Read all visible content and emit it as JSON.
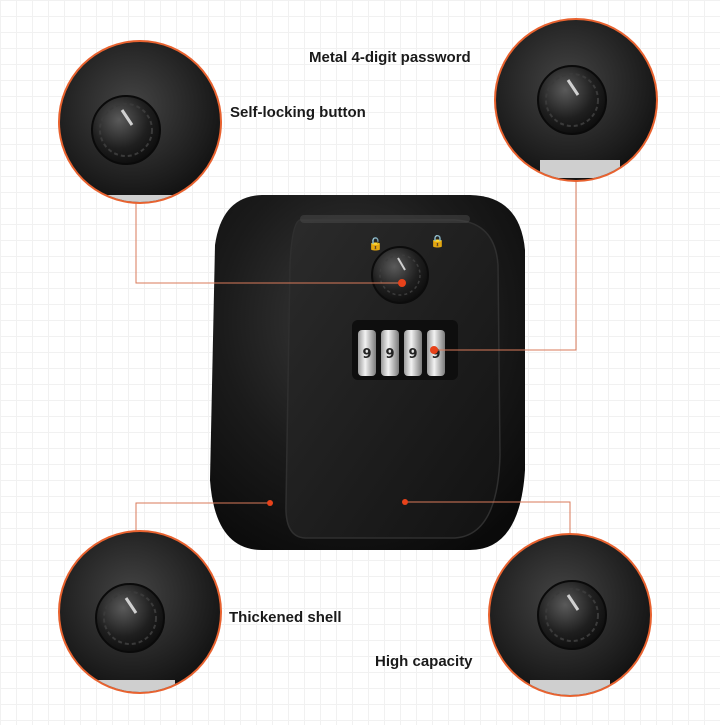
{
  "labels": {
    "metal_password": "Metal 4-digit password",
    "self_locking": "Self-locking button",
    "thickened_shell": "Thickened shell",
    "high_capacity": "High capacity"
  },
  "lock": {
    "dial_digits": [
      "9",
      "9",
      "9",
      "9"
    ]
  },
  "colors": {
    "body": "#141414",
    "leader_line": "#d97a5a",
    "hotspot": "#e8421a",
    "circle_ring": "#e8622f"
  }
}
